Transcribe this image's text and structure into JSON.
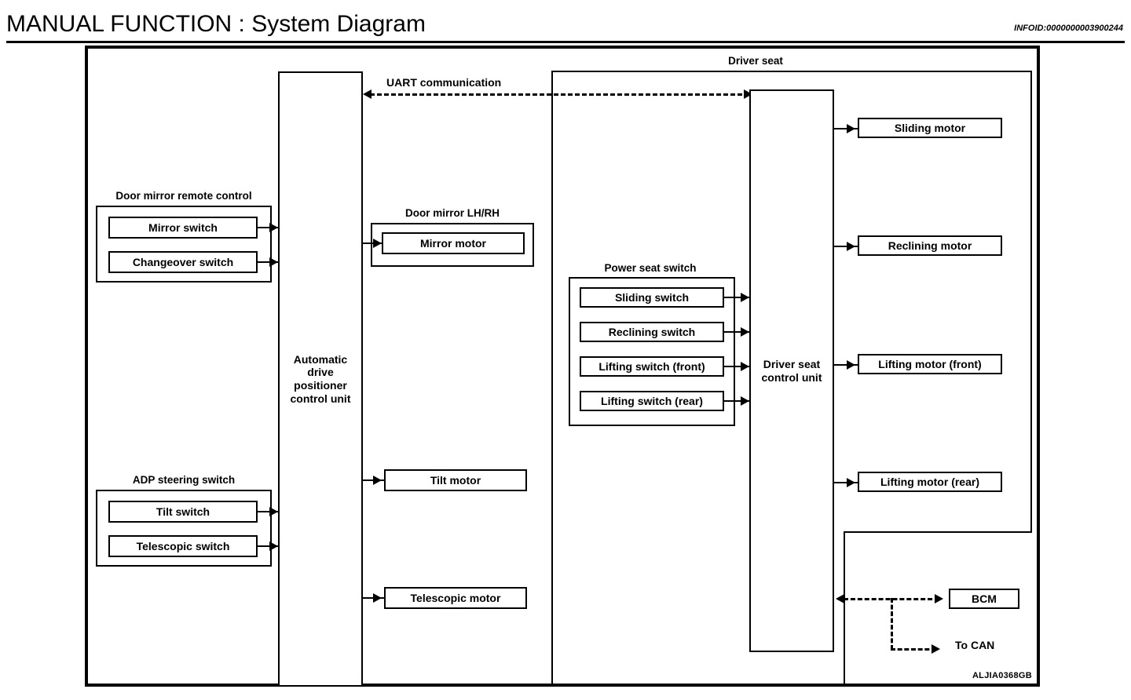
{
  "header": {
    "title": "MANUAL FUNCTION : System Diagram",
    "infoid": "INFOID:0000000003900244"
  },
  "diagram": {
    "figure_id": "ALJIA0368GB",
    "communication_label": "UART communication",
    "driver_seat_label": "Driver seat",
    "control_unit": {
      "line1": "Automatic",
      "line2": "drive",
      "line3": "positioner",
      "line4": "control unit"
    },
    "driver_seat_control_unit": {
      "line1": "Driver seat",
      "line2": "control unit"
    },
    "door_mirror_remote_control": {
      "label": "Door mirror remote control",
      "items": [
        {
          "label": "Mirror switch"
        },
        {
          "label": "Changeover switch"
        }
      ]
    },
    "adp_steering_switch": {
      "label": "ADP steering switch",
      "items": [
        {
          "label": "Tilt switch"
        },
        {
          "label": "Telescopic switch"
        }
      ]
    },
    "door_mirror_lh_rh": {
      "label": "Door mirror LH/RH",
      "items": [
        {
          "label": "Mirror motor"
        }
      ]
    },
    "power_seat_switch": {
      "label": "Power seat switch",
      "items": [
        {
          "label": "Sliding switch"
        },
        {
          "label": "Reclining switch"
        },
        {
          "label": "Lifting switch (front)"
        },
        {
          "label": "Lifting switch (rear)"
        }
      ]
    },
    "steering_actuators": [
      {
        "label": "Tilt motor"
      },
      {
        "label": "Telescopic motor"
      }
    ],
    "seat_motors": [
      {
        "label": "Sliding motor"
      },
      {
        "label": "Reclining motor"
      },
      {
        "label": "Lifting motor (front)"
      },
      {
        "label": "Lifting motor (rear)"
      }
    ],
    "network": {
      "bcm_label": "BCM",
      "can_label": "To CAN"
    }
  }
}
